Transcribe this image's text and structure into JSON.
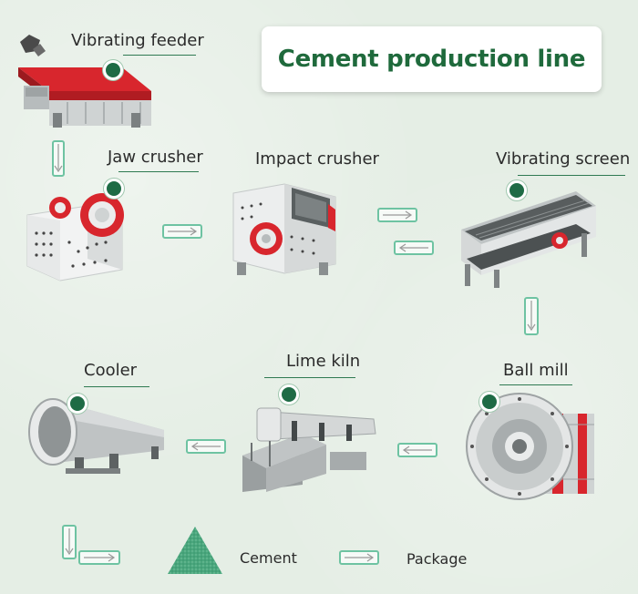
{
  "title": "Cement production line",
  "stages": {
    "vibrating_feeder": "Vibrating feeder",
    "jaw_crusher": "Jaw crusher",
    "impact_crusher": "Impact crusher",
    "vibrating_screen": "Vibrating screen",
    "ball_mill": "Ball mill",
    "lime_kiln": "Lime kiln",
    "cooler": "Cooler",
    "cement": "Cement",
    "package": "Package"
  },
  "colors": {
    "accent_green": "#1e6b45",
    "arrow_border": "#6ec3a2",
    "machine_red": "#d8262d",
    "title_green": "#1f6a3c"
  }
}
